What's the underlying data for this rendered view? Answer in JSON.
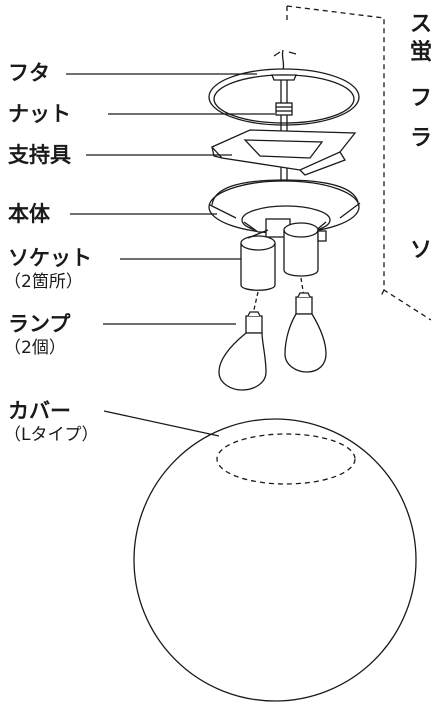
{
  "labels": {
    "futa": "フタ",
    "nut": "ナット",
    "support": "支持具",
    "body": "本体",
    "socket": "ソケット",
    "socket_count": "（2箇所）",
    "lamp": "ランプ",
    "lamp_count": "（2個）",
    "cover": "カバー",
    "cover_type": "（Lタイプ）"
  },
  "edge_text": {
    "line1": "ス",
    "line2": "蛍",
    "line3": "フ",
    "line4": "ラ",
    "line5": "ソ"
  }
}
